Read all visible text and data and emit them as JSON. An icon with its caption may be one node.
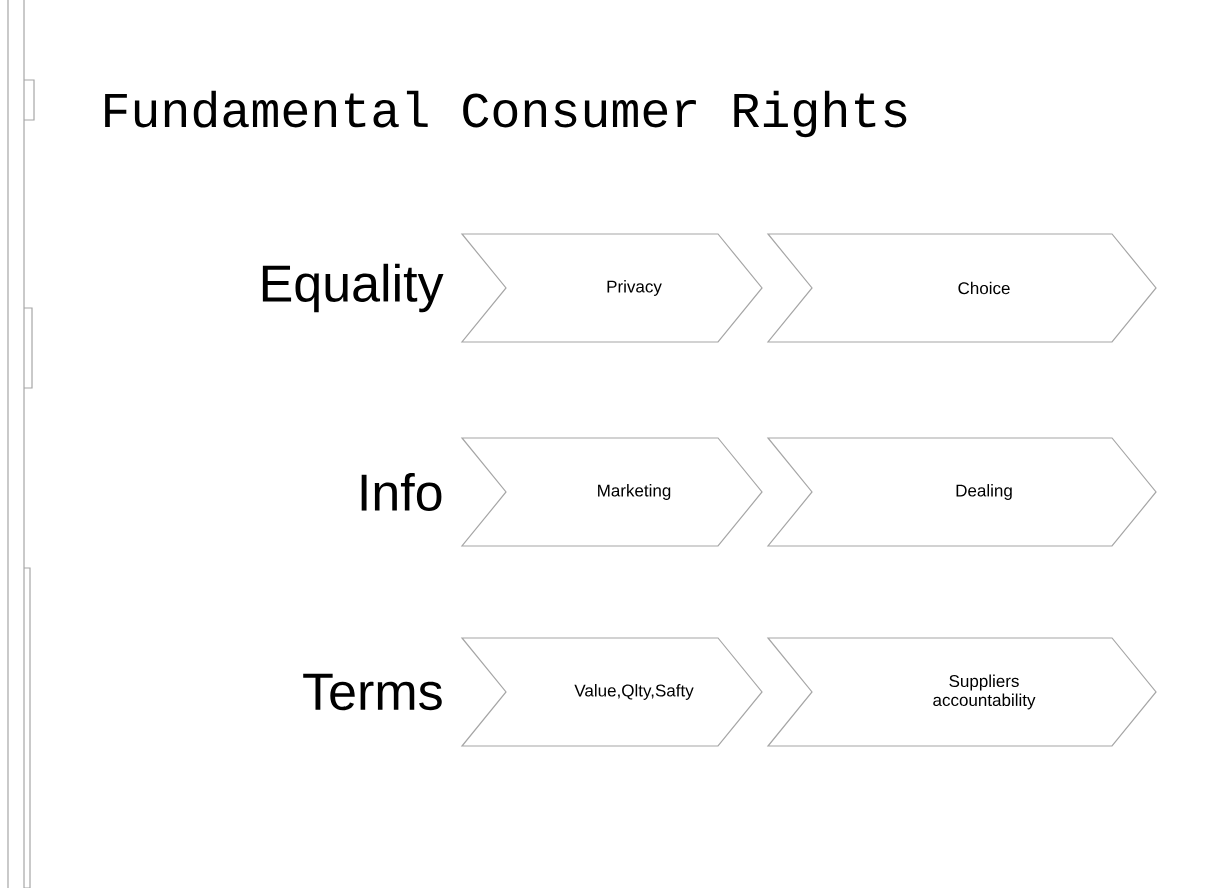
{
  "diagram": {
    "title": "Fundamental Consumer Rights",
    "nodes": [
      {
        "text": [
          "Privacy"
        ]
      },
      {
        "text": [
          "Choice"
        ]
      },
      {
        "text": [
          "Marketing"
        ]
      },
      {
        "text": [
          "Dealing"
        ]
      },
      {
        "text": [
          "Value,Qlty,Safty"
        ]
      },
      {
        "text": [
          "Suppliers accountability"
        ]
      }
    ],
    "labels": [
      "Equality",
      "Info",
      "Terms"
    ]
  }
}
